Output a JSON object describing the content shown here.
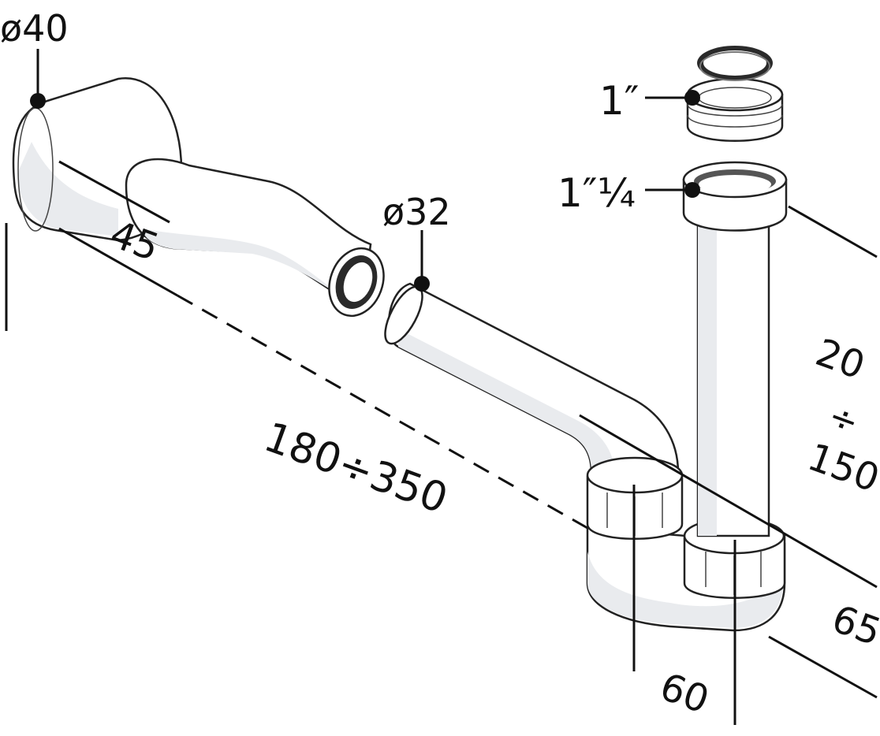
{
  "labels": {
    "d40": "ø40",
    "d32": "ø32",
    "thread_1": "1″",
    "thread_1_1_4": "1″¼",
    "len_45": "45",
    "len_180_350": "180÷350",
    "h_20": "20",
    "h_div": "÷",
    "h_150": "150",
    "len_65": "65",
    "len_60": "60"
  },
  "colors": {
    "line": "#111111",
    "pipe_fill": "#ffffff",
    "pipe_shade": "#e9ebee",
    "ring_dark": "#2a2a2a"
  }
}
